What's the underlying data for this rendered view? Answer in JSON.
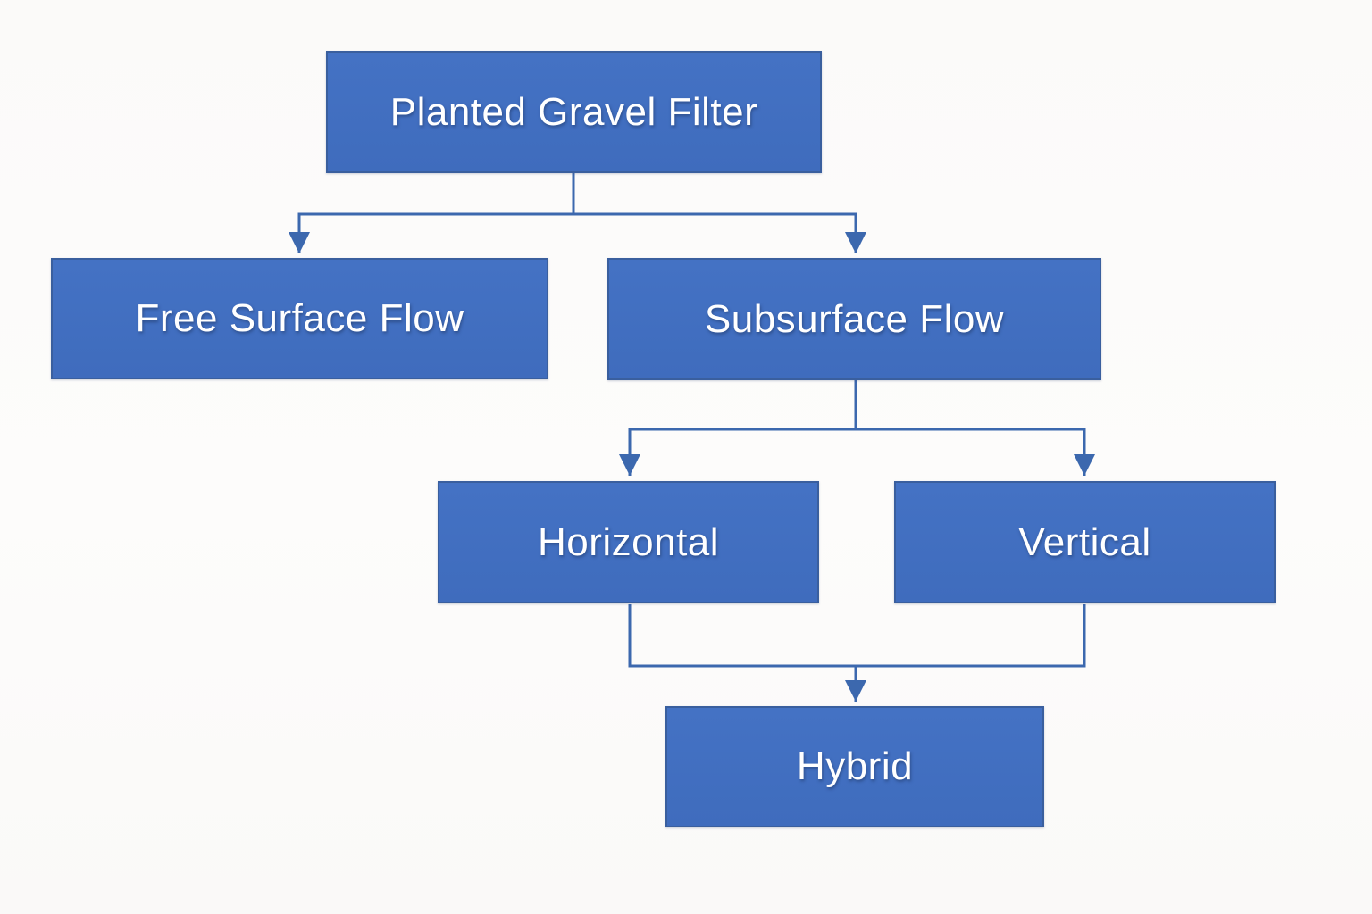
{
  "diagram": {
    "type": "flowchart",
    "nodes": {
      "root": {
        "label": "Planted Gravel Filter"
      },
      "free_surface": {
        "label": "Free Surface Flow"
      },
      "subsurface": {
        "label": "Subsurface Flow"
      },
      "horizontal": {
        "label": "Horizontal"
      },
      "vertical": {
        "label": "Vertical"
      },
      "hybrid": {
        "label": "Hybrid"
      }
    },
    "edges": [
      {
        "from": "root",
        "to": "free_surface",
        "arrow": true
      },
      {
        "from": "root",
        "to": "subsurface",
        "arrow": true
      },
      {
        "from": "subsurface",
        "to": "horizontal",
        "arrow": true
      },
      {
        "from": "subsurface",
        "to": "vertical",
        "arrow": true
      },
      {
        "from": "horizontal",
        "to": "hybrid",
        "arrow": true
      },
      {
        "from": "vertical",
        "to": "hybrid",
        "arrow": true
      }
    ],
    "colors": {
      "node_fill": "#4472c4",
      "node_border": "#3a5f9e",
      "connector": "#3c68ae",
      "text": "#ffffff",
      "background": "#fcfbfa"
    }
  }
}
